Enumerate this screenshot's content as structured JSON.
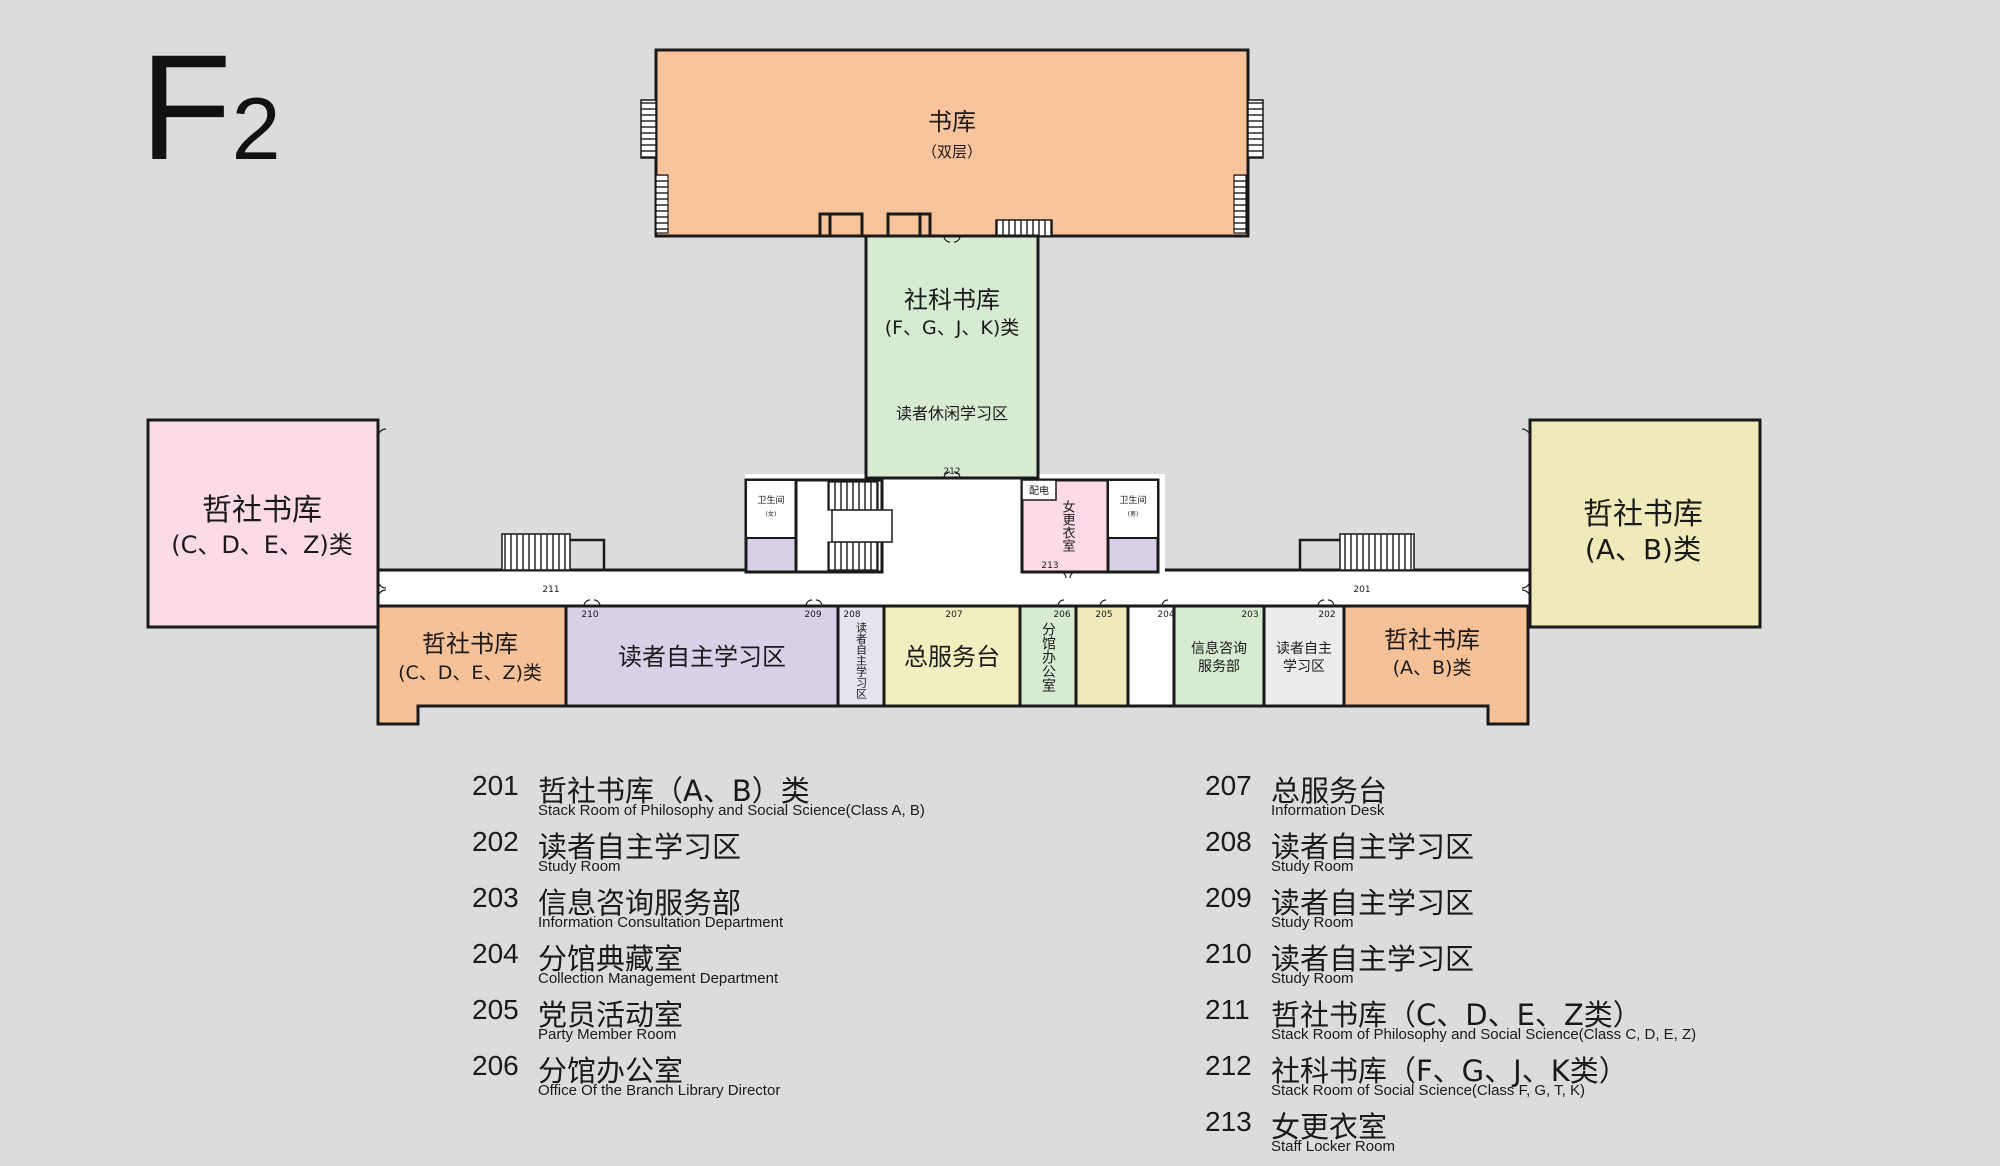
{
  "floor": {
    "title": "F",
    "subscript": "2"
  },
  "rooms": {
    "stack_top": {
      "name": "书库",
      "note": "（双层）"
    },
    "social_stack": {
      "name": "社科书库",
      "classes": "(F、G、J、K)类",
      "sub": "读者休闲学习区"
    },
    "phil_left_big": {
      "name": "哲社书库",
      "classes": "(C、D、E、Z)类"
    },
    "phil_right_big": {
      "name": "哲社书库",
      "classes": "(A、B)类"
    },
    "phil_left_small": {
      "name": "哲社书库",
      "classes": "(C、D、E、Z)类"
    },
    "phil_right_small": {
      "name": "哲社书库",
      "classes": "(A、B)类"
    },
    "study_209": {
      "name": "读者自主学习区"
    },
    "study_208": {
      "name": "读者自主学习区"
    },
    "info_desk": {
      "name": "总服务台"
    },
    "branch_office": {
      "name": "分馆办公室"
    },
    "info_consult": {
      "line1": "信息咨询",
      "line2": "服务部"
    },
    "study_202": {
      "line1": "读者自主",
      "line2": "学习区"
    },
    "locker": {
      "name": "女更衣室",
      "elec": "配电"
    },
    "wc_left": {
      "name": "卫生间",
      "gender": "(女)"
    },
    "wc_right": {
      "name": "卫生间",
      "gender": "(男)"
    }
  },
  "room_numbers": {
    "r201": "201",
    "r202": "202",
    "r203": "203",
    "r204": "204",
    "r205": "205",
    "r206": "206",
    "r207": "207",
    "r208": "208",
    "r209": "209",
    "r210": "210",
    "r211": "211",
    "r212": "212",
    "r213": "213"
  },
  "colors": {
    "orange": "#f9c39b",
    "green": "#d6ebd2",
    "pink": "#fcdbe6",
    "yellow": "#eeeab9",
    "lavender": "#d9d0e8",
    "peach": "#f7c197",
    "cream": "#f1efc0",
    "light_yellow": "#eeeab9",
    "white": "#ffffff"
  },
  "legend": {
    "left": [
      {
        "num": "201",
        "zh": "哲社书库（A、B）类",
        "en": "Stack Room of Philosophy and Social Science(Class A, B)"
      },
      {
        "num": "202",
        "zh": "读者自主学习区",
        "en": "Study Room"
      },
      {
        "num": "203",
        "zh": "信息咨询服务部",
        "en": "Information Consultation Department"
      },
      {
        "num": "204",
        "zh": "分馆典藏室",
        "en": "Collection Management Department"
      },
      {
        "num": "205",
        "zh": "党员活动室",
        "en": "Party Member Room"
      },
      {
        "num": "206",
        "zh": "分馆办公室",
        "en": "Office Of the Branch Library Director"
      }
    ],
    "right": [
      {
        "num": "207",
        "zh": "总服务台",
        "en": "Information Desk"
      },
      {
        "num": "208",
        "zh": "读者自主学习区",
        "en": "Study Room"
      },
      {
        "num": "209",
        "zh": "读者自主学习区",
        "en": "Study Room"
      },
      {
        "num": "210",
        "zh": "读者自主学习区",
        "en": "Study Room"
      },
      {
        "num": "211",
        "zh": "哲社书库（C、D、E、Z类）",
        "en": "Stack Room of Philosophy and Social Science(Class C, D, E, Z)"
      },
      {
        "num": "212",
        "zh": "社科书库（F、G、J、K类）",
        "en": "Stack Room of Social Science(Class F, G, T, K)"
      },
      {
        "num": "213",
        "zh": "女更衣室",
        "en": "Staff Locker Room"
      }
    ]
  }
}
